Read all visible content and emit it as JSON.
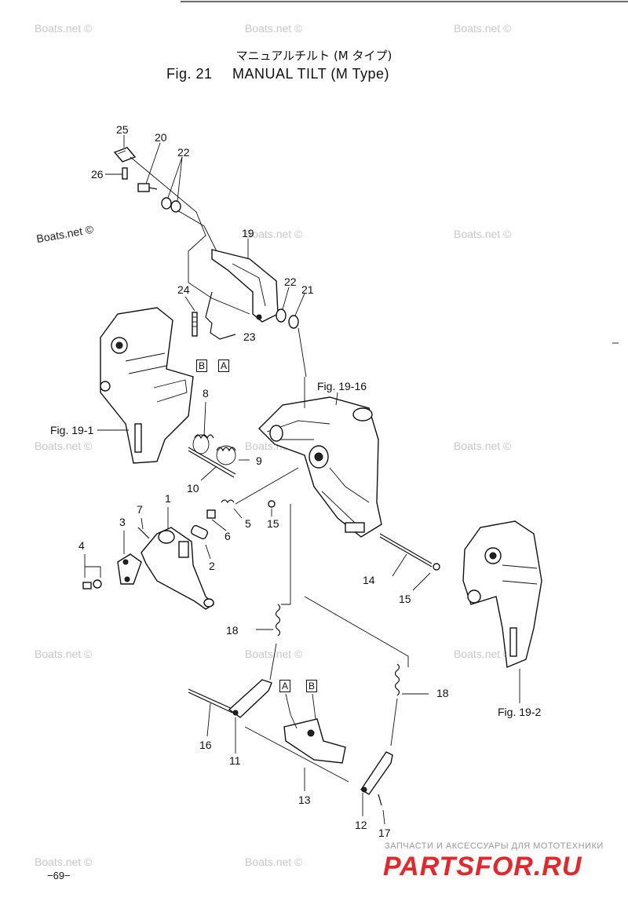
{
  "header": {
    "japanese_title": "マニュアルチルト (M タイプ)",
    "figure_number": "Fig. 21",
    "figure_name": "MANUAL TILT (M Type)"
  },
  "references": {
    "fig_19_16": "Fig. 19-16",
    "fig_19_1": "Fig. 19-1",
    "fig_19_2": "Fig. 19-2"
  },
  "callouts": [
    "25",
    "20",
    "22",
    "26",
    "19",
    "22",
    "21",
    "24",
    "23",
    "8",
    "9",
    "10",
    "1",
    "7",
    "3",
    "6",
    "5",
    "15",
    "4",
    "2",
    "14",
    "15",
    "18",
    "18",
    "16",
    "11",
    "13",
    "12",
    "17"
  ],
  "box_labels": [
    "B",
    "A",
    "A",
    "B"
  ],
  "watermark": "Boats.net ©",
  "footer": {
    "page_number": "−69−",
    "shop_tagline": "ЗАПЧАСТИ И АКСЕССУАРЫ ДЛЯ МОТОТЕХНИКИ",
    "shop_logo": "PARTSFOR.RU"
  }
}
